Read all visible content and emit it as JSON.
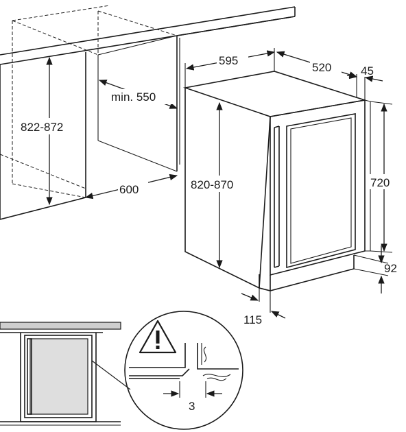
{
  "dimensions": {
    "niche_height": "822-872",
    "niche_min_depth": "min. 550",
    "niche_width": "600",
    "appliance_width": "595",
    "appliance_depth": "520",
    "door_depth": "45",
    "appliance_height": "820-870",
    "door_height": "720",
    "plinth_height": "92",
    "plinth_setback": "115",
    "detail_gap": "3"
  },
  "icons": {
    "warning": "warning-triangle-icon"
  },
  "colors": {
    "line": "#1a1a1a",
    "counter_fill": "#cfcfcf",
    "panel_fill": "#dedede"
  }
}
